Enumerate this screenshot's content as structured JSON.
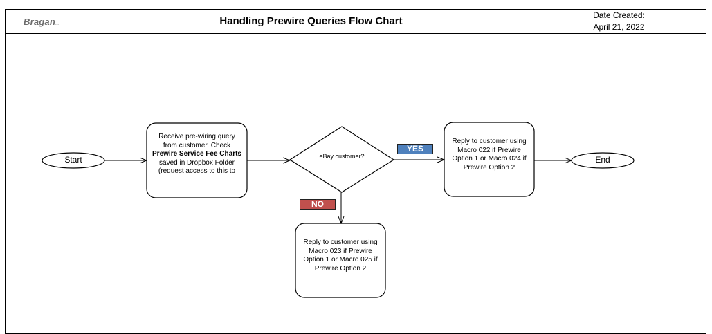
{
  "header": {
    "logo_text": "Bragan",
    "logo_suffix": "…",
    "title": "Handling Prewire Queries Flow Chart",
    "date_label": "Date Created:",
    "date_value": "April 21, 2022"
  },
  "flow": {
    "start": "Start",
    "end": "End",
    "receive_pre": "Receive pre-wiring query from customer. Check ",
    "receive_bold": "Prewire Service Fee Charts",
    "receive_post": " saved in Dropbox Folder (request access to this to",
    "decision": "eBay customer?",
    "yes_label": "YES",
    "no_label": "NO",
    "reply_yes": "Reply to customer using Macro 022 if Prewire Option 1 or Macro 024 if Prewire Option 2",
    "reply_no": "Reply to customer using Macro 023 if Prewire Option 1 or Macro 025 if Prewire Option 2"
  },
  "colors": {
    "yes_tag": "#4f81bd",
    "no_tag": "#c0504d",
    "stroke": "#000000"
  }
}
